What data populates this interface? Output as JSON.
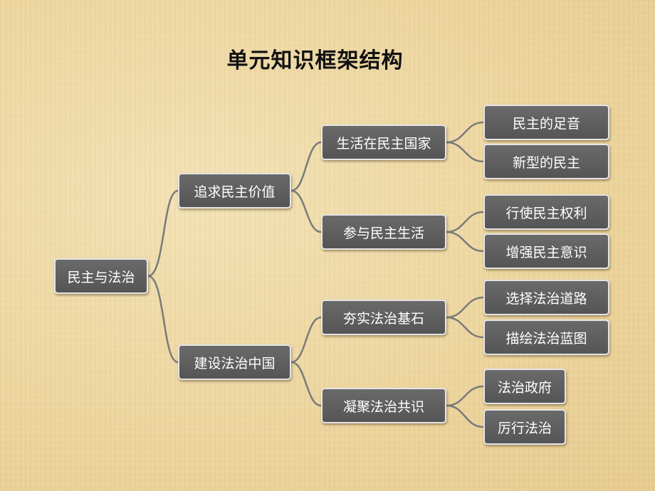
{
  "title": "单元知识框架结构",
  "root": {
    "label": "民主与法治",
    "children": [
      {
        "label": "追求民主价值",
        "children": [
          {
            "label": "生活在民主国家",
            "children": [
              {
                "label": "民主的足音"
              },
              {
                "label": "新型的民主"
              }
            ]
          },
          {
            "label": "参与民主生活",
            "children": [
              {
                "label": "行使民主权利"
              },
              {
                "label": "增强民主意识"
              }
            ]
          }
        ]
      },
      {
        "label": "建设法治中国",
        "children": [
          {
            "label": "夯实法治基石",
            "children": [
              {
                "label": "选择法治道路"
              },
              {
                "label": "描绘法治蓝图"
              }
            ]
          },
          {
            "label": "凝聚法治共识",
            "children": [
              {
                "label": "法治政府"
              },
              {
                "label": "厉行法治"
              }
            ]
          }
        ]
      }
    ]
  },
  "colors": {
    "node_fill": "#5f5f5f",
    "node_border": "#e6e6e6",
    "connector": "#7a7a7a",
    "text": "#ffffff"
  }
}
